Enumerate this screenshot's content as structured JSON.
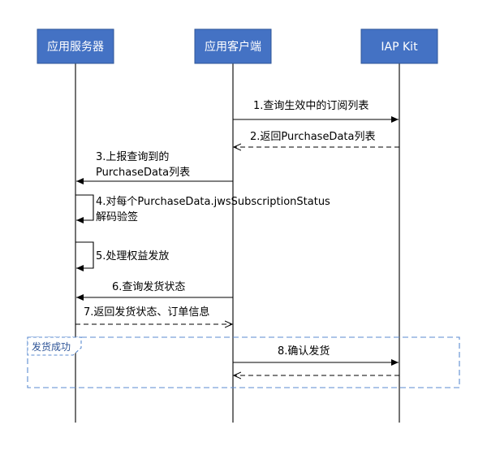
{
  "actors": [
    {
      "label": "应用服务器"
    },
    {
      "label": "应用客户端"
    },
    {
      "label": "IAP Kit"
    }
  ],
  "messages": {
    "m1": "1.查询生效中的订阅列表",
    "m2": "2.返回PurchaseData列表",
    "m3_line1": "3.上报查询到的",
    "m3_line2": "PurchaseData列表",
    "m4_line1": "4.对每个PurchaseData.jwsSubscriptionStatus",
    "m4_line2": "解码验签",
    "m5": "5.处理权益发放",
    "m6": "6.查询发货状态",
    "m7": "7.返回发货状态、订单信息",
    "m8": "8.确认发货"
  },
  "frame": {
    "label": "发货成功"
  },
  "colors": {
    "actor_fill": "#4472c4",
    "frame_border": "#5b8bd0"
  }
}
